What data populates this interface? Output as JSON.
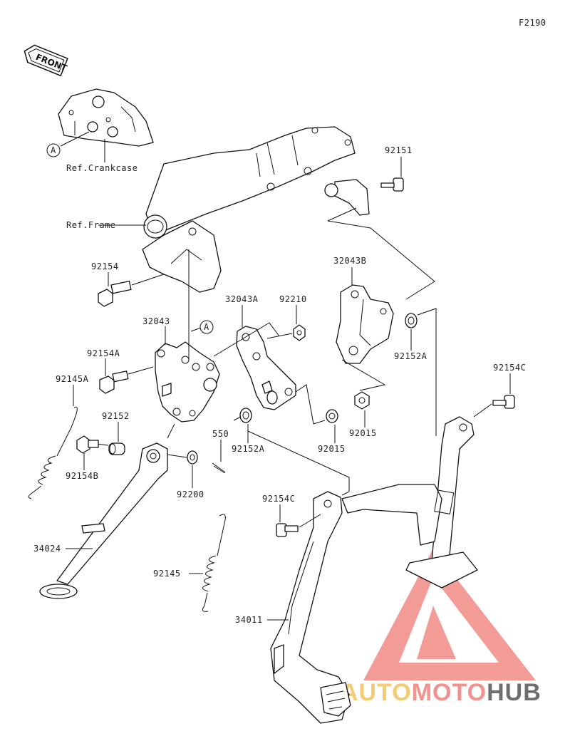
{
  "figure_code": "F2190",
  "front_label": "FRONT",
  "watermark": {
    "auto": "AUTO",
    "moto": "MOTO",
    "hub": "HUB",
    "colors": {
      "auto": "#f3c35a",
      "moto": "#f07f79",
      "hub": "#555555",
      "triangle": "#f08a86"
    }
  },
  "callouts": {
    "ref_crankcase": "Ref.Crankcase",
    "ref_frame": "Ref.Frame",
    "circle_a1": "A",
    "circle_a2": "A",
    "p92151": "92151",
    "p32043B": "32043B",
    "p92154": "92154",
    "p32043A": "32043A",
    "p92210": "92210",
    "p32043": "32043",
    "p92154A": "92154A",
    "p92145A": "92145A",
    "p92152A_right": "92152A",
    "p92154C_right": "92154C",
    "p92152": "92152",
    "p550": "550",
    "p92015_top": "92015",
    "p92015_bottom": "92015",
    "p92152A_mid": "92152A",
    "p92154B": "92154B",
    "p92200": "92200",
    "p92154C_left": "92154C",
    "p34024": "34024",
    "p92145": "92145",
    "p34011": "34011"
  }
}
